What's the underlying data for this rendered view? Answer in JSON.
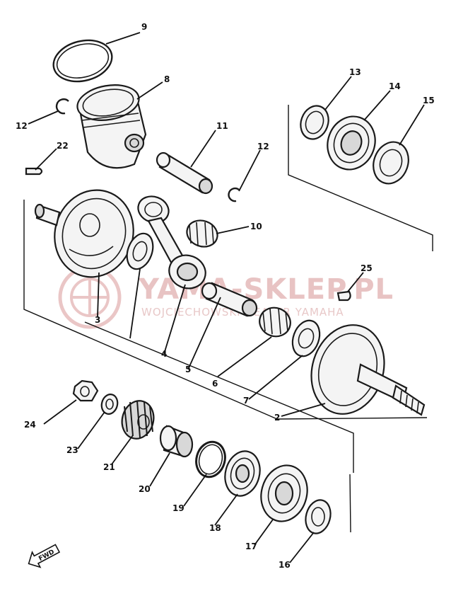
{
  "diagram": {
    "callouts": [
      {
        "id": "9",
        "label": "9"
      },
      {
        "id": "8",
        "label": "8"
      },
      {
        "id": "12a",
        "label": "12"
      },
      {
        "id": "11",
        "label": "11"
      },
      {
        "id": "12b",
        "label": "12"
      },
      {
        "id": "22",
        "label": "22"
      },
      {
        "id": "13",
        "label": "13"
      },
      {
        "id": "14",
        "label": "14"
      },
      {
        "id": "15",
        "label": "15"
      },
      {
        "id": "10",
        "label": "10"
      },
      {
        "id": "25",
        "label": "25"
      },
      {
        "id": "3",
        "label": "3"
      },
      {
        "id": "4",
        "label": "4"
      },
      {
        "id": "5",
        "label": "5"
      },
      {
        "id": "6",
        "label": "6"
      },
      {
        "id": "7",
        "label": "7"
      },
      {
        "id": "2",
        "label": "2"
      },
      {
        "id": "24",
        "label": "24"
      },
      {
        "id": "23",
        "label": "23"
      },
      {
        "id": "21",
        "label": "21"
      },
      {
        "id": "20",
        "label": "20"
      },
      {
        "id": "19",
        "label": "19"
      },
      {
        "id": "18",
        "label": "18"
      },
      {
        "id": "17",
        "label": "17"
      },
      {
        "id": "16",
        "label": "16"
      }
    ],
    "fwd_label": "FWD"
  },
  "watermark": {
    "main": "YAMA-SKLEP.PL",
    "sub": "WOJCIECHOWSKI DEALER YAMAHA"
  },
  "colors": {
    "line": "#1a1a1a",
    "watermark": "#e8c3c3"
  }
}
